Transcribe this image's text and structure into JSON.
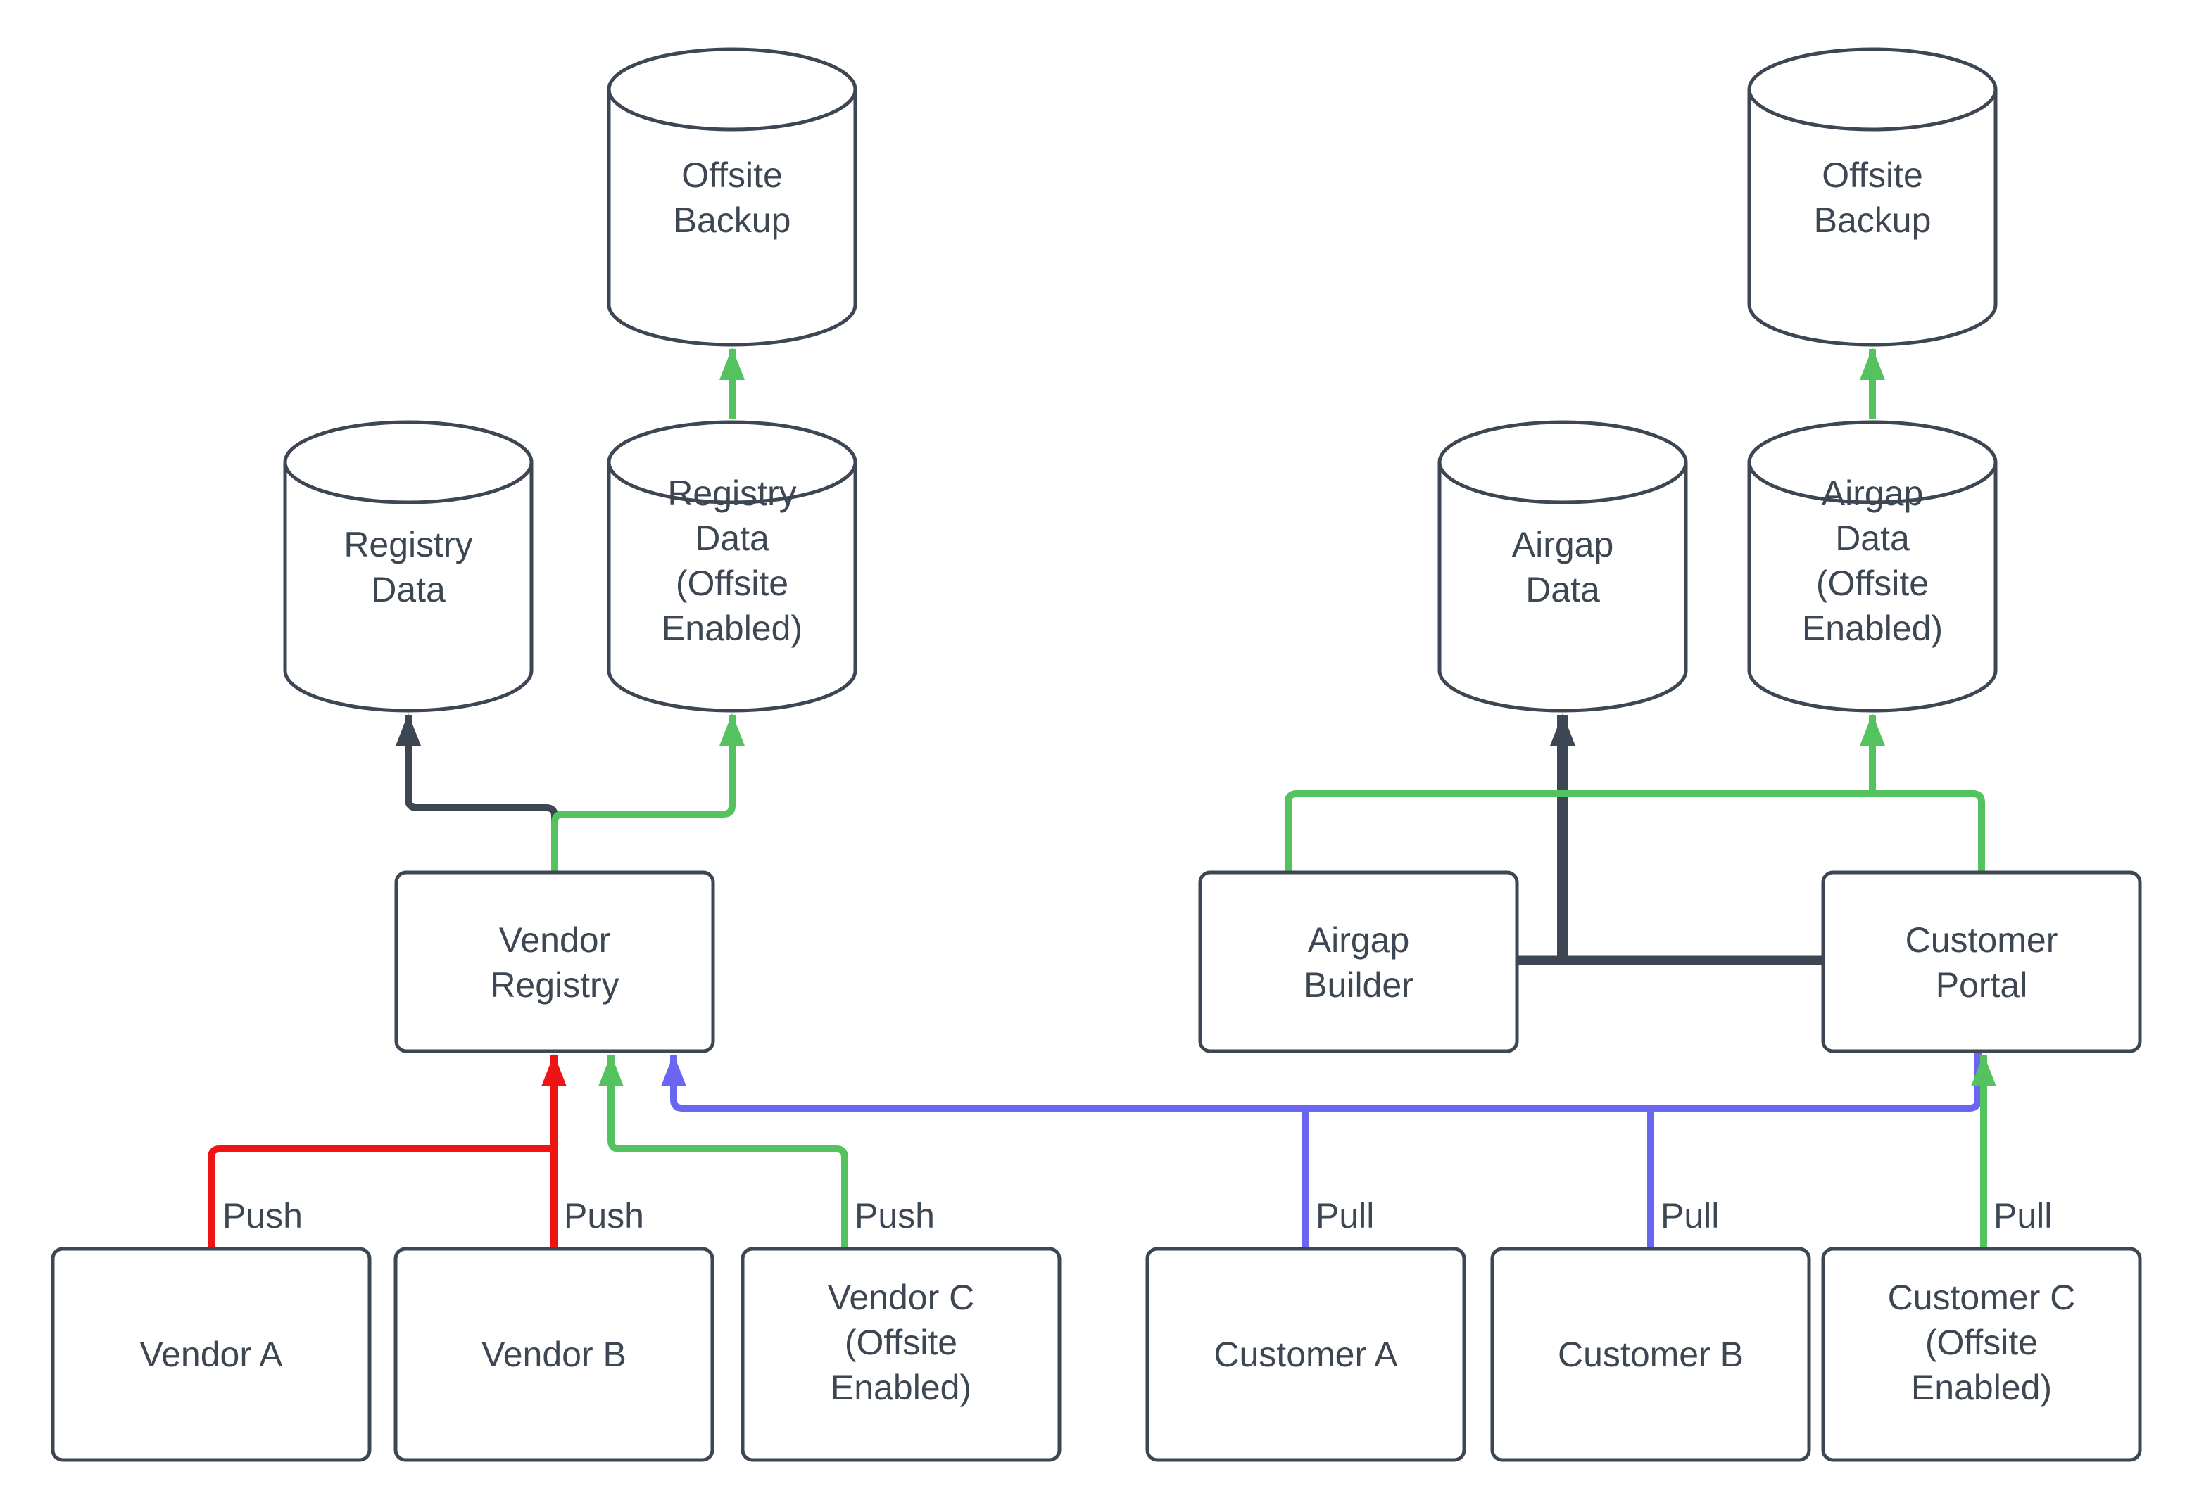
{
  "diagram": {
    "colors": {
      "dark": "#3d4653",
      "red": "#ee1414",
      "green": "#54c25e",
      "blue": "#6b66f2",
      "background": "#ffffff"
    },
    "nodes": {
      "offsite_backup_left": {
        "type": "cylinder",
        "lines": [
          "Offsite",
          "Backup"
        ]
      },
      "registry_data": {
        "type": "cylinder",
        "lines": [
          "Registry",
          "Data"
        ]
      },
      "registry_data_offsite": {
        "type": "cylinder",
        "lines": [
          "Registry",
          "Data",
          "(Offsite",
          "Enabled)"
        ]
      },
      "vendor_registry": {
        "type": "box",
        "lines": [
          "Vendor",
          "Registry"
        ]
      },
      "vendor_a": {
        "type": "box",
        "lines": [
          "Vendor A"
        ]
      },
      "vendor_b": {
        "type": "box",
        "lines": [
          "Vendor B"
        ]
      },
      "vendor_c_offsite": {
        "type": "box",
        "lines": [
          "Vendor C",
          "(Offsite",
          "Enabled)"
        ]
      },
      "offsite_backup_right": {
        "type": "cylinder",
        "lines": [
          "Offsite",
          "Backup"
        ]
      },
      "airgap_data": {
        "type": "cylinder",
        "lines": [
          "Airgap",
          "Data"
        ]
      },
      "airgap_data_offsite": {
        "type": "cylinder",
        "lines": [
          "Airgap",
          "Data",
          "(Offsite",
          "Enabled)"
        ]
      },
      "airgap_builder": {
        "type": "box",
        "lines": [
          "Airgap",
          "Builder"
        ]
      },
      "customer_portal": {
        "type": "box",
        "lines": [
          "Customer",
          "Portal"
        ]
      },
      "customer_a": {
        "type": "box",
        "lines": [
          "Customer A"
        ]
      },
      "customer_b": {
        "type": "box",
        "lines": [
          "Customer B"
        ]
      },
      "customer_c_offsite": {
        "type": "box",
        "lines": [
          "Customer C",
          "(Offsite",
          "Enabled)"
        ]
      }
    },
    "edge_labels": {
      "push_a": "Push",
      "push_b": "Push",
      "push_c": "Push",
      "pull_a": "Pull",
      "pull_b": "Pull",
      "pull_c": "Pull"
    }
  }
}
